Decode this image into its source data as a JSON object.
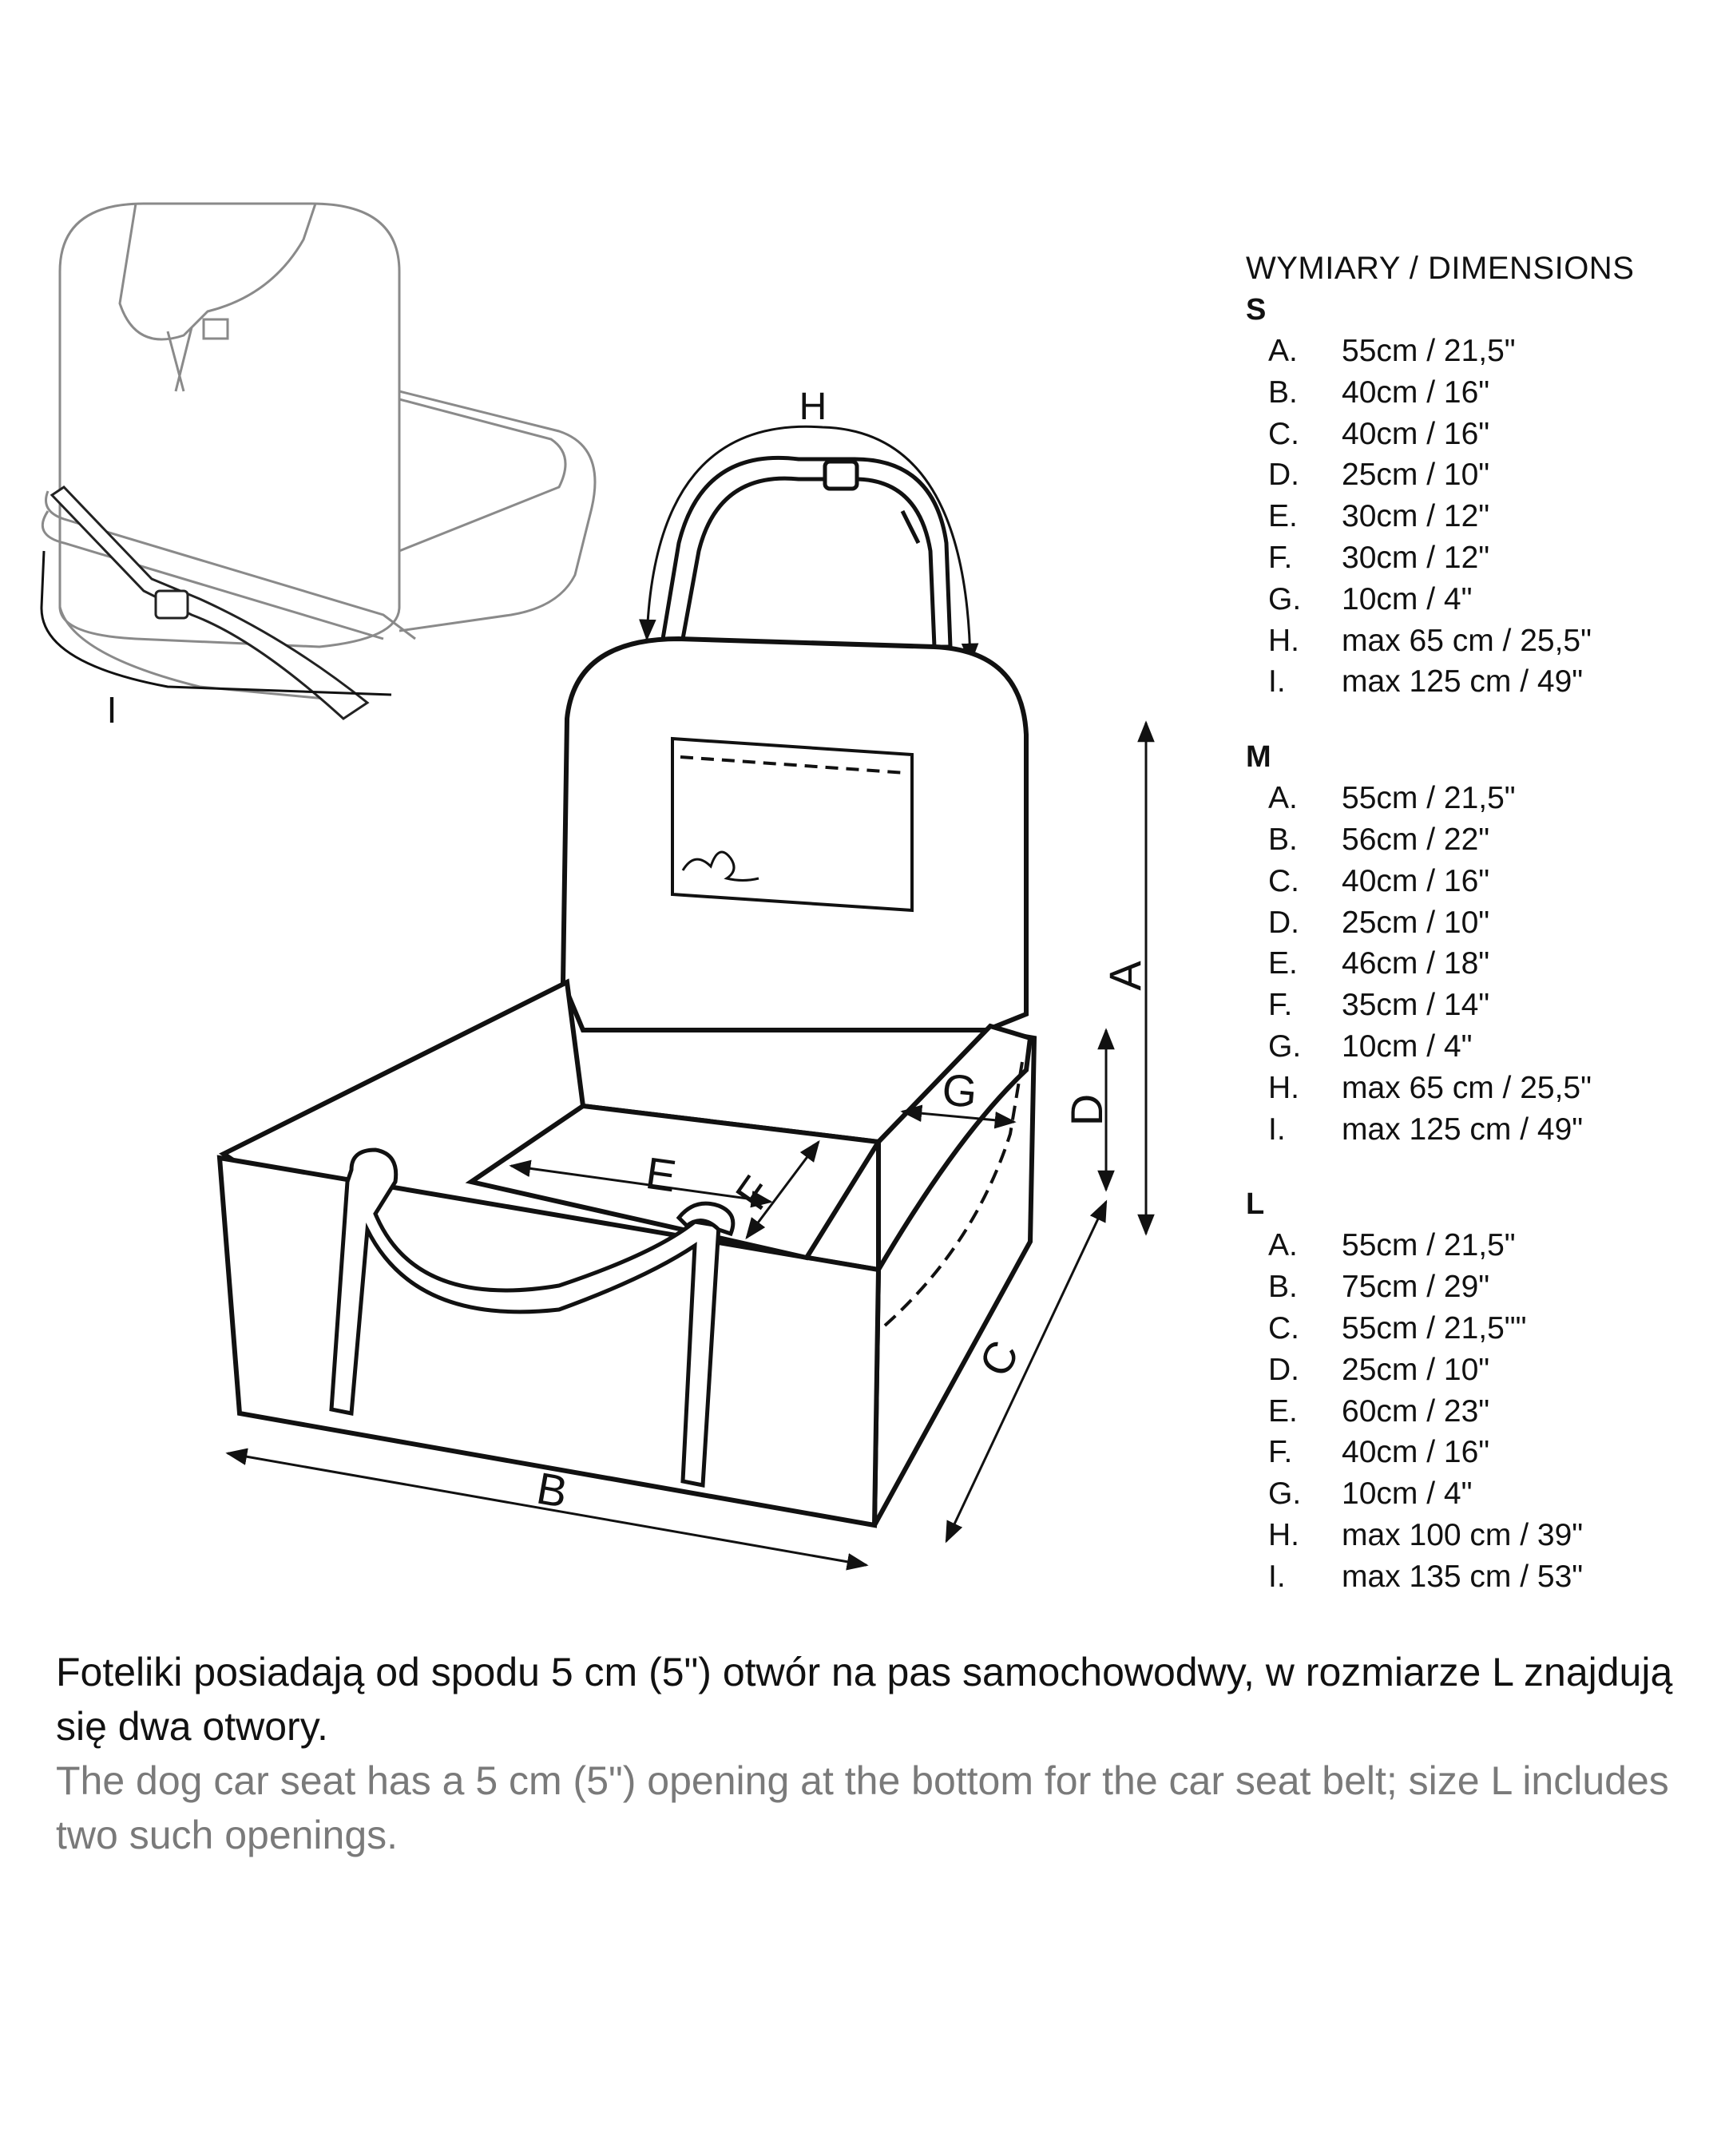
{
  "diagram": {
    "labels": {
      "A": "A",
      "B": "B",
      "C": "C",
      "D": "D",
      "E": "E",
      "F": "F",
      "G": "G",
      "H": "H",
      "I": "I"
    }
  },
  "dimensions": {
    "title": "WYMIARY / DIMENSIONS",
    "sizes": [
      {
        "name": "S",
        "rows": [
          {
            "letter": "A.",
            "value": "55cm / 21,5\""
          },
          {
            "letter": "B.",
            "value": "40cm / 16\""
          },
          {
            "letter": "C.",
            "value": "40cm / 16\""
          },
          {
            "letter": "D.",
            "value": "25cm / 10\""
          },
          {
            "letter": "E.",
            "value": "30cm / 12\""
          },
          {
            "letter": "F.",
            "value": "30cm / 12\""
          },
          {
            "letter": "G.",
            "value": "10cm / 4\""
          },
          {
            "letter": "H.",
            "value": "max 65 cm / 25,5\""
          },
          {
            "letter": "I.",
            "value": "max 125 cm / 49\""
          }
        ]
      },
      {
        "name": "M",
        "rows": [
          {
            "letter": "A.",
            "value": "55cm / 21,5\""
          },
          {
            "letter": "B.",
            "value": "56cm / 22\""
          },
          {
            "letter": "C.",
            "value": "40cm / 16\""
          },
          {
            "letter": "D.",
            "value": "25cm / 10\""
          },
          {
            "letter": "E.",
            "value": "46cm / 18\""
          },
          {
            "letter": "F.",
            "value": "35cm / 14\""
          },
          {
            "letter": "G.",
            "value": "10cm / 4\""
          },
          {
            "letter": "H.",
            "value": "max 65 cm / 25,5\""
          },
          {
            "letter": "I.",
            "value": "max 125 cm / 49\""
          }
        ]
      },
      {
        "name": "L",
        "rows": [
          {
            "letter": "A.",
            "value": "55cm / 21,5\""
          },
          {
            "letter": "B.",
            "value": "75cm / 29\""
          },
          {
            "letter": "C.",
            "value": "55cm / 21,5\"\""
          },
          {
            "letter": "D.",
            "value": "25cm / 10\""
          },
          {
            "letter": "E.",
            "value": "60cm / 23\""
          },
          {
            "letter": "F.",
            "value": "40cm / 16\""
          },
          {
            "letter": "G.",
            "value": "10cm / 4\""
          },
          {
            "letter": "H.",
            "value": "max 100 cm / 39\""
          },
          {
            "letter": "I.",
            "value": "max 135 cm / 53\""
          }
        ]
      }
    ]
  },
  "notes": {
    "polish": "Foteliki posiadają od spodu 5 cm (5\") otwór na pas samochowodwy, w rozmiarze L znajdują się dwa otwory.",
    "english": "The dog car seat has a 5 cm (5\") opening at the bottom for the car seat belt; size L includes two such openings."
  },
  "colors": {
    "line": "#111111",
    "faint_line": "#8a8a8a",
    "english_text": "#7a7a7a"
  }
}
